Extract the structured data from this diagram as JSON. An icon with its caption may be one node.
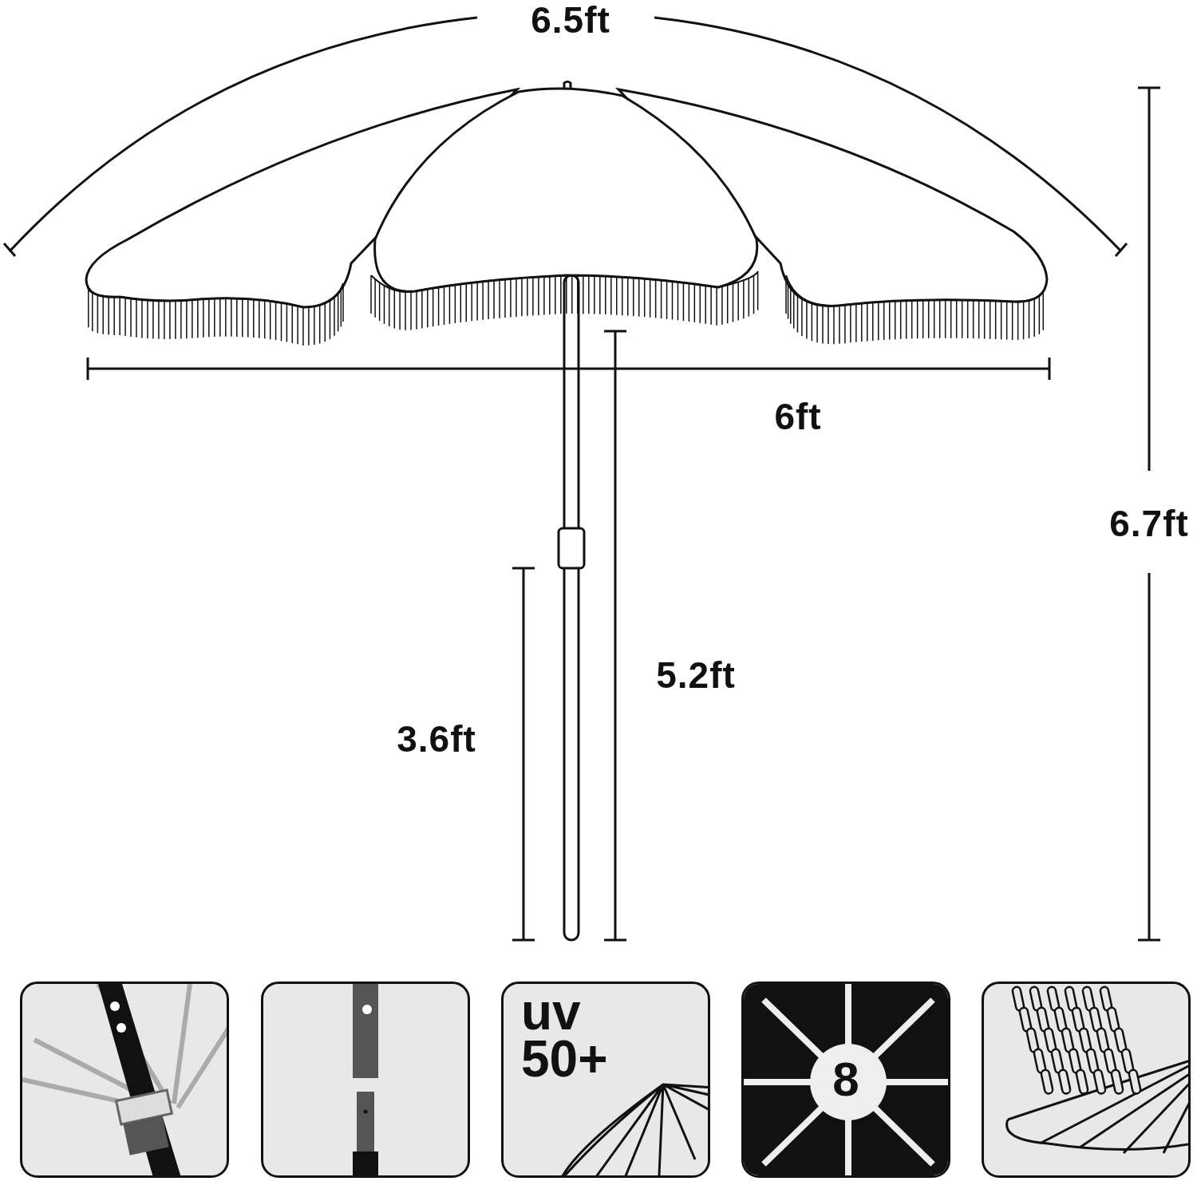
{
  "diagram": {
    "nodes": [
      {
        "text": [],
        "shape": "picture"
      },
      {
        "text": [],
        "shape": "picture"
      },
      {
        "text": [
          "uv 50+"
        ]
      },
      {
        "text": [
          "8"
        ]
      },
      {
        "text": [],
        "shape": "picture"
      }
    ],
    "edges": [],
    "labels": [
      "6.5ft",
      "6ft",
      "6.7ft",
      "5.2ft",
      "3.6ft"
    ]
  }
}
